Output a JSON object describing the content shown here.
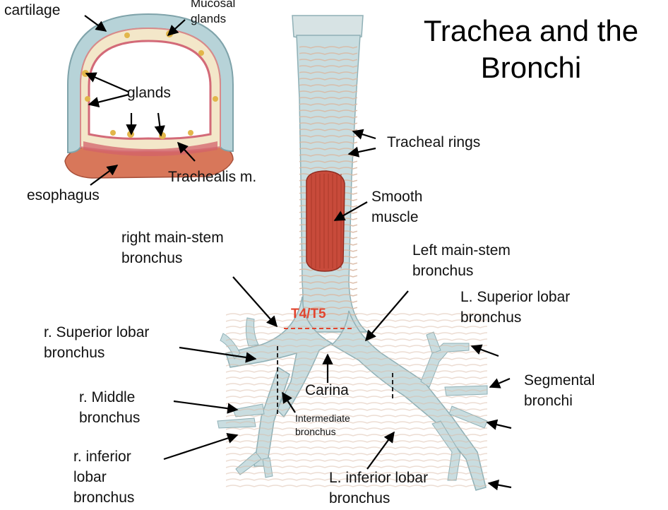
{
  "title": [
    "Trachea and the",
    "Bronchi"
  ],
  "level_marker": "T4/T5",
  "cross_section_labels": {
    "cartilage": "cartilage",
    "mucosal_glands": [
      "Mucosal",
      "glands"
    ],
    "glands": "glands",
    "trachealis": "Trachealis m.",
    "esophagus": "esophagus"
  },
  "labels": {
    "tracheal_rings": "Tracheal rings",
    "smooth_muscle": [
      "Smooth",
      "muscle"
    ],
    "right_main_stem": [
      "right main-stem",
      "bronchus"
    ],
    "left_main_stem": [
      "Left main-stem",
      "bronchus"
    ],
    "l_superior_lobar": [
      "L. Superior lobar",
      "bronchus"
    ],
    "r_superior_lobar": [
      "r. Superior lobar",
      "bronchus"
    ],
    "segmental": [
      "Segmental",
      "bronchi"
    ],
    "carina": "Carina",
    "intermediate": [
      "Intermediate",
      "bronchus"
    ],
    "r_middle": [
      "r. Middle",
      "bronchus"
    ],
    "r_inferior": [
      "r.  inferior",
      "lobar",
      "bronchus"
    ],
    "l_inferior": [
      "L. inferior lobar",
      "bronchus"
    ]
  },
  "colors": {
    "airway": "#c9dde0",
    "airway_edge": "#8fb0b6",
    "ring_line": "#d9b9a4",
    "muscle": "#c84b3b",
    "cartilage": "#b7d3d8",
    "mucosa": "#f3e7c9",
    "mucosa_edge": "#d98a8a",
    "esophagus": "#d8775a",
    "marker": "#e2452f",
    "arrow": "#000000"
  }
}
